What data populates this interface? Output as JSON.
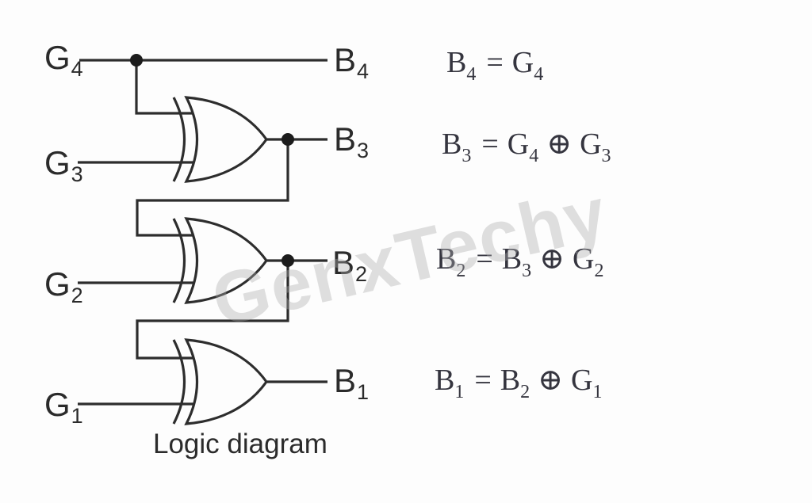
{
  "diagram": {
    "type": "gray-to-binary-converter-logic-diagram",
    "gate_type": "XOR",
    "line_color": "#2d2d2d",
    "caption": "Logic diagram",
    "inputs": [
      {
        "main": "G",
        "sub": "4"
      },
      {
        "main": "G",
        "sub": "3"
      },
      {
        "main": "G",
        "sub": "2"
      },
      {
        "main": "G",
        "sub": "1"
      }
    ],
    "outputs": [
      {
        "main": "B",
        "sub": "4"
      },
      {
        "main": "B",
        "sub": "3"
      },
      {
        "main": "B",
        "sub": "2"
      },
      {
        "main": "B",
        "sub": "1"
      }
    ],
    "gates": [
      {
        "name": "xor-gate-top",
        "inputs": [
          "G4",
          "G3"
        ],
        "output": "B3"
      },
      {
        "name": "xor-gate-middle",
        "inputs": [
          "B3",
          "G2"
        ],
        "output": "B2"
      },
      {
        "name": "xor-gate-bottom",
        "inputs": [
          "B2",
          "G1"
        ],
        "output": "B1"
      }
    ]
  },
  "equations": [
    {
      "lhs": "B",
      "lhs_sub": "4",
      "equals": "=",
      "rhs1": "G",
      "rhs1_sub": "4",
      "op": "",
      "rhs2": "",
      "rhs2_sub": ""
    },
    {
      "lhs": "B",
      "lhs_sub": "3",
      "equals": "=",
      "rhs1": "G",
      "rhs1_sub": "4",
      "op": "⊕",
      "rhs2": "G",
      "rhs2_sub": "3"
    },
    {
      "lhs": "B",
      "lhs_sub": "2",
      "equals": "=",
      "rhs1": "B",
      "rhs1_sub": "3",
      "op": "⊕",
      "rhs2": "G",
      "rhs2_sub": "2"
    },
    {
      "lhs": "B",
      "lhs_sub": "1",
      "equals": "=",
      "rhs1": "B",
      "rhs1_sub": "2",
      "op": "⊕",
      "rhs2": "G",
      "rhs2_sub": "1"
    }
  ],
  "watermark": "GenxTechy"
}
